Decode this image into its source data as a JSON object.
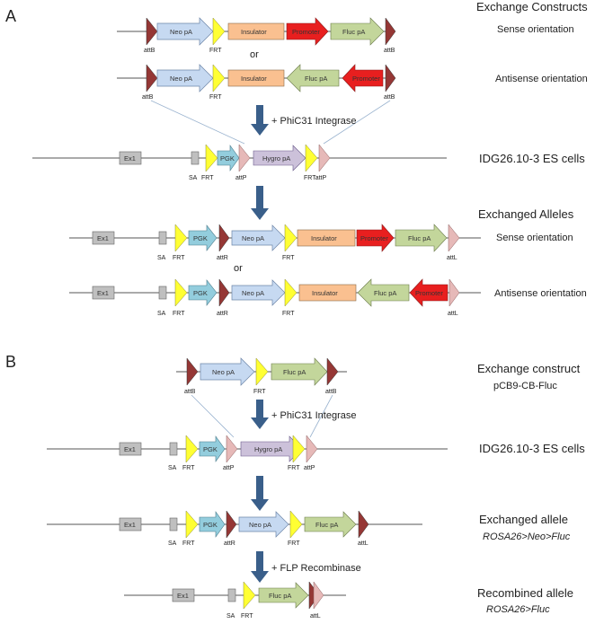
{
  "panel_a": {
    "letter": "A",
    "exchange_constructs": "Exchange Constructs",
    "sense": "Sense orientation",
    "or": "or",
    "antisense": "Antisense orientation",
    "step": "+ PhiC31 Integrase",
    "es_cells": "IDG26.10-3 ES cells",
    "exchanged_alleles": "Exchanged Alleles",
    "sense2": "Sense orientation",
    "or2": "or",
    "antisense2": "Antisense orientation"
  },
  "panel_b": {
    "letter": "B",
    "exchange_construct": "Exchange construct",
    "construct_name": "pCB9-CB-Fluc",
    "step1": "+ PhiC31 Integrase",
    "es_cells": "IDG26.10-3 ES cells",
    "exchanged_allele": "Exchanged allele",
    "exchanged_allele_name": "ROSA26>Neo>Fluc",
    "step2": "+ FLP Recombinase",
    "recombined_allele": "Recombined allele",
    "recombined_allele_name": "ROSA26>Fluc"
  },
  "elements": {
    "neo": "Neo pA",
    "insulator": "Insulator",
    "promoter": "Promoter",
    "fluc": "Fluc pA",
    "hygro": "Hygro pA",
    "pgk": "PGK",
    "ex1": "Ex1",
    "attB": "attB",
    "attP": "attP",
    "attR": "attR",
    "attL": "attL",
    "frt": "FRT",
    "sa": "SA",
    "frtattp": "FRTattP"
  },
  "colors": {
    "neo": "#c6d9f1",
    "insulator": "#fac090",
    "promoter": "#e81f1f",
    "fluc": "#c3d69b",
    "hygro": "#ccc1da",
    "pgk": "#93cddd",
    "frt": "#ffff33",
    "att_dark": "#953735",
    "att_light": "#e6b9b8",
    "box": "#bfbfbf",
    "arrow": "#3a5f8a",
    "line": "#555555"
  }
}
